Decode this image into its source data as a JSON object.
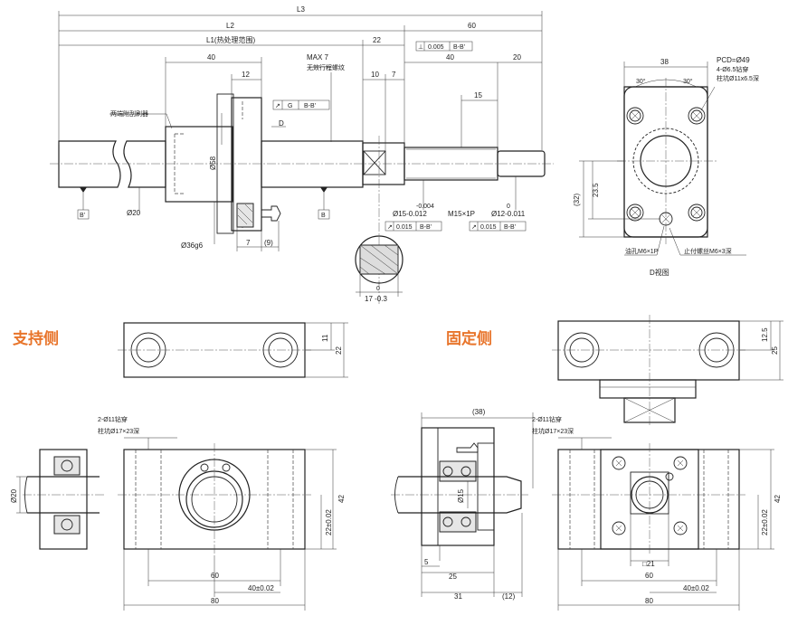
{
  "sections": {
    "support_side": "支持侧",
    "fixed_side": "固定侧",
    "view_d": "D视图"
  },
  "dims": {
    "L3": "L3",
    "L2": "L2",
    "L1": "L1(热处理范围)",
    "d22": "22",
    "d60": "60",
    "d40a": "40",
    "d12": "12",
    "max7": "MAX 7",
    "no_thread": "无效行程螺纹",
    "d10": "10",
    "d7": "7",
    "d40b": "40",
    "d20": "20",
    "d15": "15",
    "wiper": "两端附刮刷器",
    "dd": "D",
    "dia58": "Ø58",
    "dia20": "Ø20",
    "dia36": "Ø36g6",
    "d7b": "7",
    "d9": "(9)",
    "dia15_top": "-0.004",
    "dia15": "Ø15-0.012",
    "m15": "M15×1P",
    "dia12_top": "0",
    "dia12": "Ø12-0.011",
    "d17_top": "0",
    "d17": "17 -0.3",
    "d38": "38",
    "pcd": "PCD=Ø49",
    "holes4": "4-Ø6.5钻穿",
    "cbore4": "柱坑Ø11x6.5深",
    "ang1": "30°",
    "ang2": "30°",
    "d32": "(32)",
    "d23_5": "23.5",
    "oil": "油孔M6×1P",
    "stop": "止付螺丝M6×3深",
    "s_11": "11",
    "s_22": "22",
    "f_12_5": "12.5",
    "f_25": "25",
    "s_holes": "2-Ø11钻穿",
    "s_cbore": "柱坑Ø17×23深",
    "f_holes": "2-Ø11钻穿",
    "f_cbore": "柱坑Ø17×23深",
    "s_dia20": "Ø20",
    "s_42": "42",
    "s_22h": "22±0.02",
    "s_60": "60",
    "s_40": "40±0.02",
    "s_80": "80",
    "f_38": "(38)",
    "f_dia15": "Ø15",
    "f_5": "5",
    "f_25b": "25",
    "f_31": "31",
    "f_12": "(12)",
    "f_42": "42",
    "f_22h": "22±0.02",
    "f_sq21": "□21",
    "f_60": "60",
    "f_40": "40±0.02",
    "f_80": "80"
  },
  "tolerances": {
    "perp": {
      "sym": "⊥",
      "val": "0.005",
      "ref": "B-B'"
    },
    "runout_g": {
      "sym": "↗",
      "val": "G",
      "ref": "B-B'"
    },
    "runout_1": {
      "sym": "↗",
      "val": "0.015",
      "ref": "B-B'"
    },
    "runout_2": {
      "sym": "↗",
      "val": "0.015",
      "ref": "B-B'"
    }
  },
  "datums": {
    "b_prime": "B'",
    "b": "B"
  }
}
